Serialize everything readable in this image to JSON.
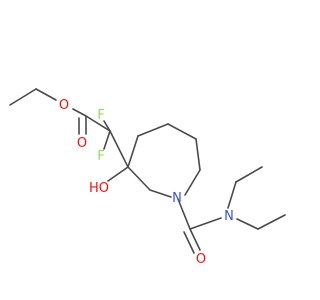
{
  "atoms": {
    "ester_o": {
      "label": "O",
      "color": "#ff0d0d"
    },
    "carbonyl_o": {
      "label": "O",
      "color": "#ff0d0d"
    },
    "f_upper": {
      "label": "F",
      "color": "#90e050"
    },
    "f_lower": {
      "label": "F",
      "color": "#90e050"
    },
    "hydroxyl": {
      "label": "HO",
      "color": "#ff0d0d"
    },
    "ring_n": {
      "label": "N",
      "color": "#3050f8"
    },
    "amide_n": {
      "label": "N",
      "color": "#3050f8"
    },
    "amide_o": {
      "label": "O",
      "color": "#ff0d0d"
    }
  },
  "colors": {
    "bond": "#4a4a4a",
    "background": "#ffffff"
  }
}
